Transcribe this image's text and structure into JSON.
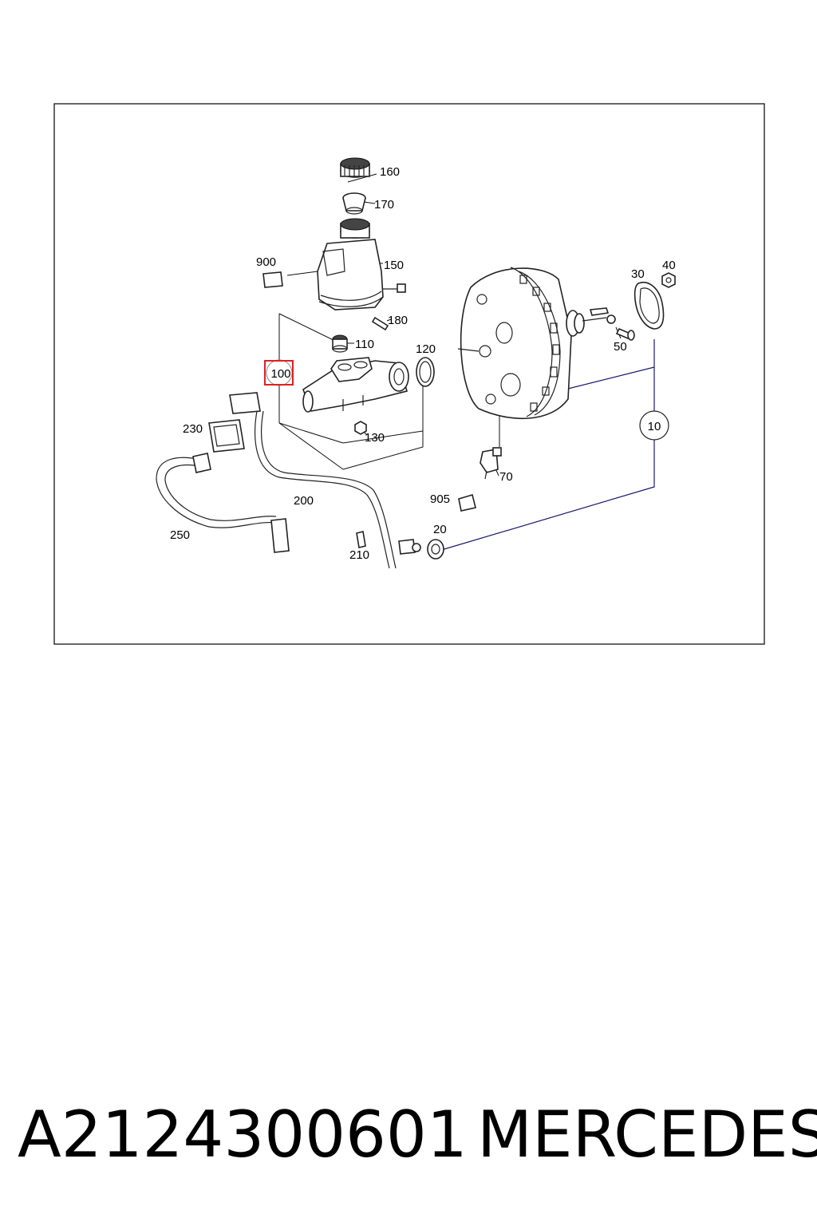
{
  "diagram": {
    "callouts": [
      {
        "id": "10",
        "label": "10"
      },
      {
        "id": "20",
        "label": "20"
      },
      {
        "id": "30",
        "label": "30"
      },
      {
        "id": "40",
        "label": "40"
      },
      {
        "id": "50",
        "label": "50"
      },
      {
        "id": "70",
        "label": "70"
      },
      {
        "id": "100",
        "label": "100"
      },
      {
        "id": "110",
        "label": "110"
      },
      {
        "id": "120",
        "label": "120"
      },
      {
        "id": "130",
        "label": "130"
      },
      {
        "id": "150",
        "label": "150"
      },
      {
        "id": "160",
        "label": "160"
      },
      {
        "id": "170",
        "label": "170"
      },
      {
        "id": "180",
        "label": "180"
      },
      {
        "id": "200",
        "label": "200"
      },
      {
        "id": "210",
        "label": "210"
      },
      {
        "id": "230",
        "label": "230"
      },
      {
        "id": "250",
        "label": "250"
      },
      {
        "id": "900",
        "label": "900"
      },
      {
        "id": "905",
        "label": "905"
      }
    ],
    "highlighted_callout": "100",
    "highlight_color": "#e02020",
    "line_color": "#1a1a6e"
  },
  "caption": {
    "part_number": "A2124300601",
    "brand": "MERCEDES"
  }
}
